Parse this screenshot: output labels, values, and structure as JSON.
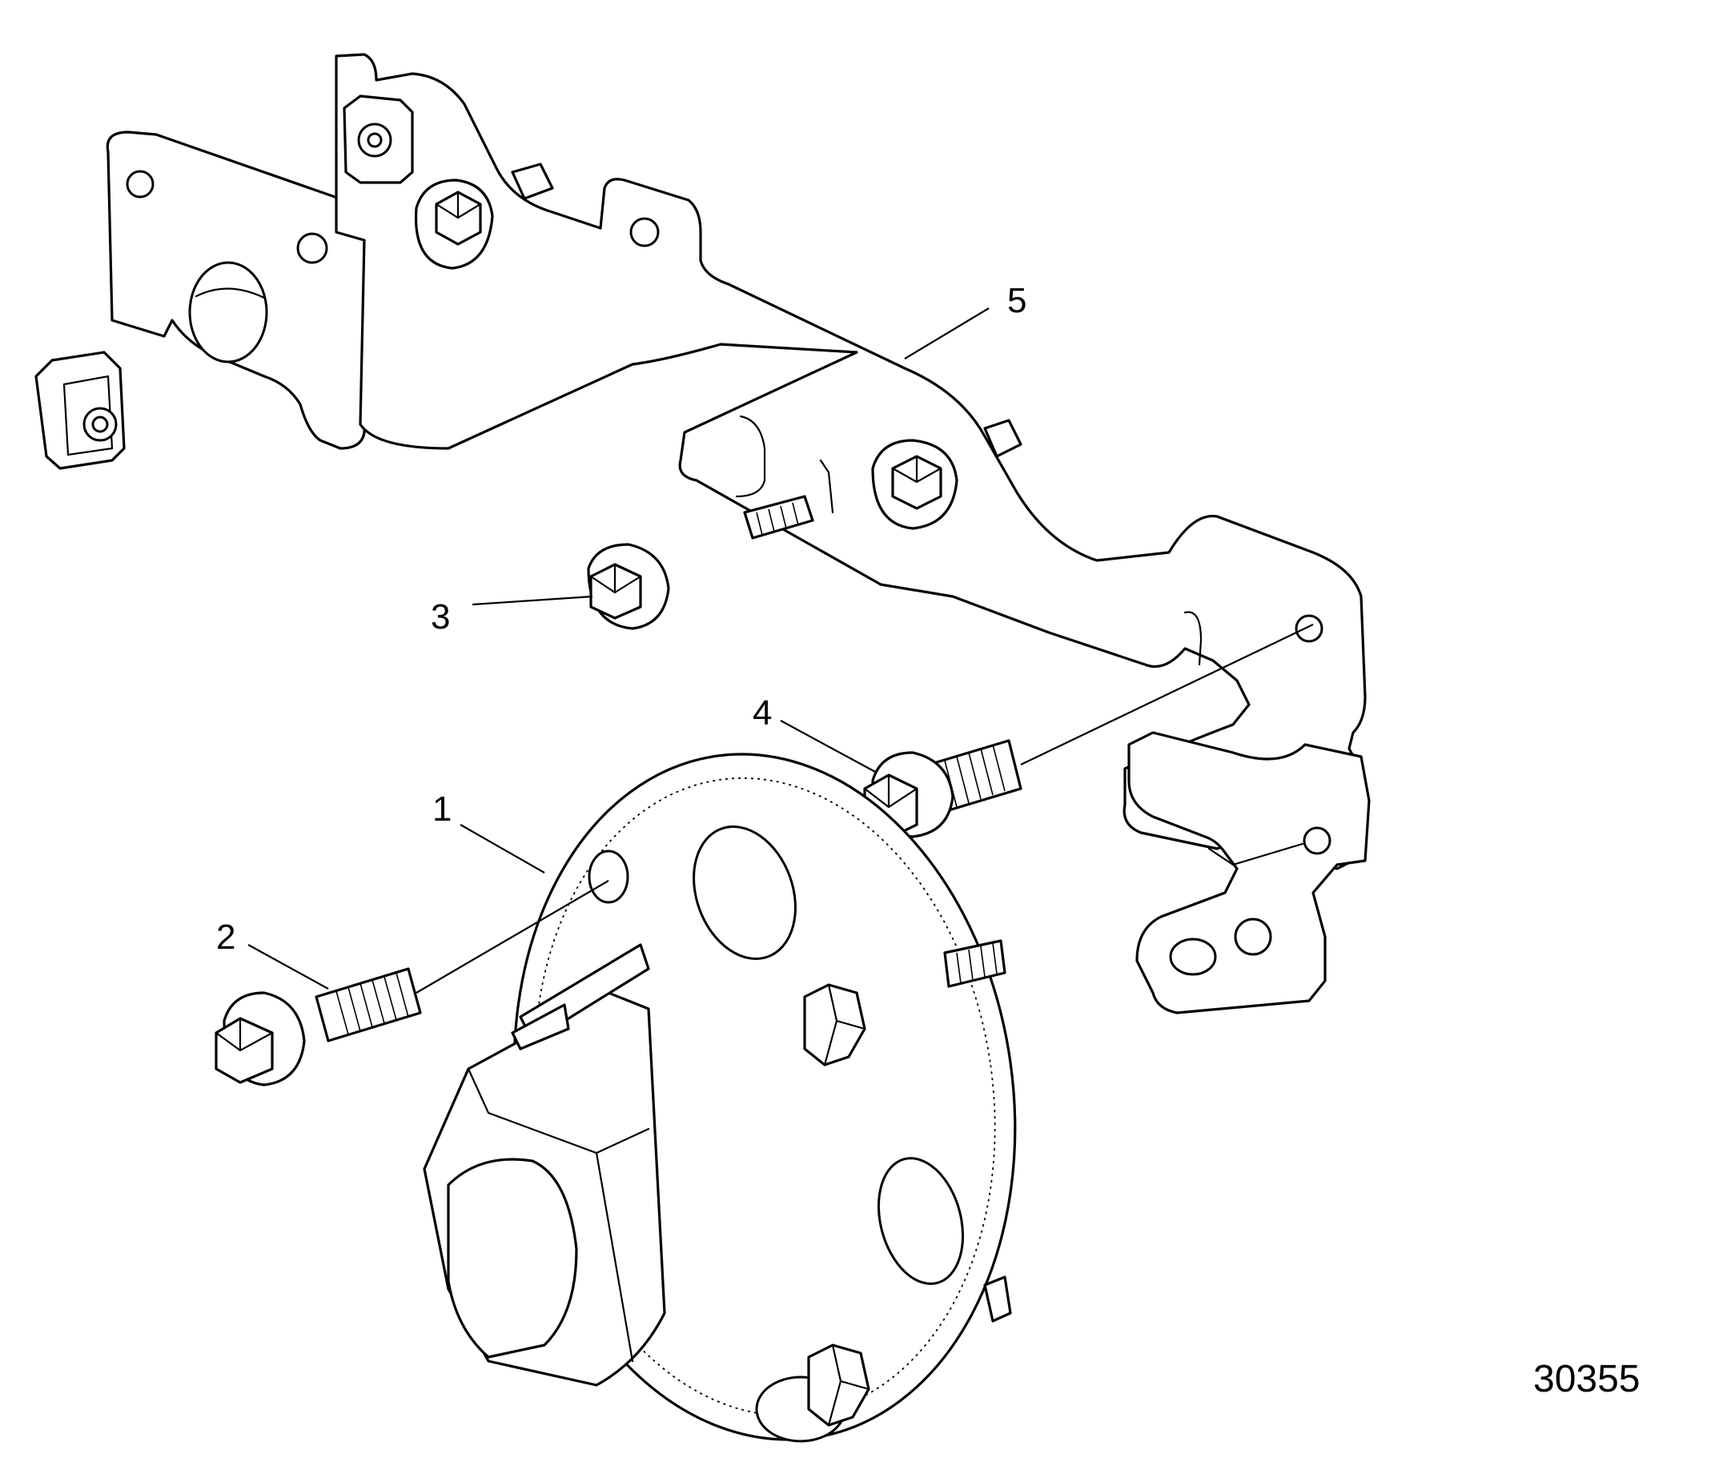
{
  "callouts": [
    {
      "id": "1",
      "label": "1"
    },
    {
      "id": "2",
      "label": "2"
    },
    {
      "id": "3",
      "label": "3"
    },
    {
      "id": "4",
      "label": "4"
    },
    {
      "id": "5",
      "label": "5"
    }
  ],
  "figure_number": "30355"
}
